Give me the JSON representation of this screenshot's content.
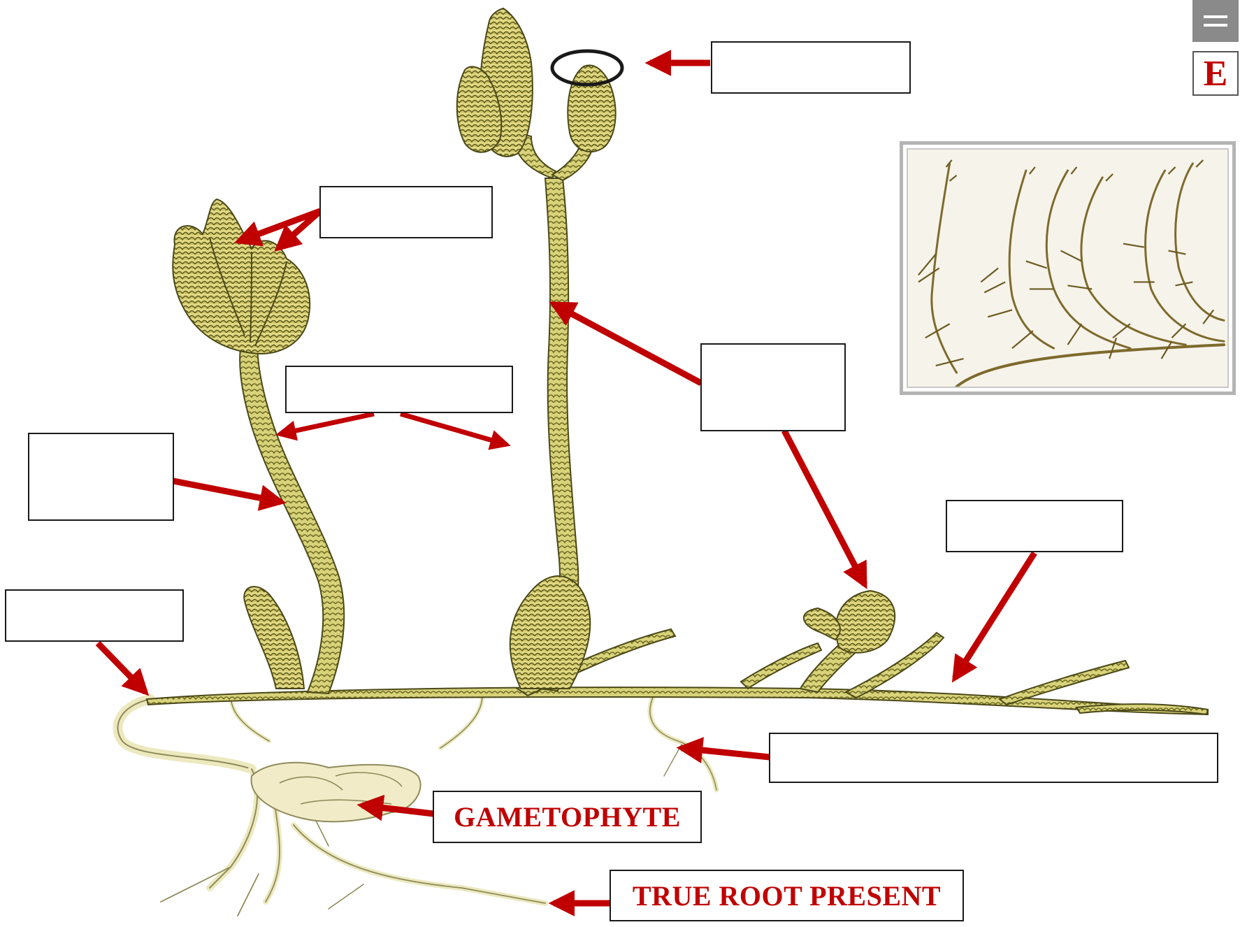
{
  "labels": {
    "gametophyte": "GAMETOPHYTE",
    "true_root": "TRUE ROOT PRESENT"
  },
  "blank_labels": [
    "strobilus-tip-blank",
    "strobili-blank",
    "leaf-blank",
    "aerial-branch-blank",
    "stem-blank",
    "upright-branch-blank",
    "rhizome-blank",
    "creeping-stem-blank",
    "adventitious-root-blank"
  ],
  "controls": {
    "menu_icon": "hamburger-menu-icon",
    "e_button_label": "E"
  },
  "colors": {
    "arrow": "#c00000",
    "label_text": "#c00000",
    "plant_fill": "#d8d27a",
    "plant_outline": "#5c5a1c",
    "root": "#ece9bf",
    "specimen": "#7d6a2c"
  }
}
